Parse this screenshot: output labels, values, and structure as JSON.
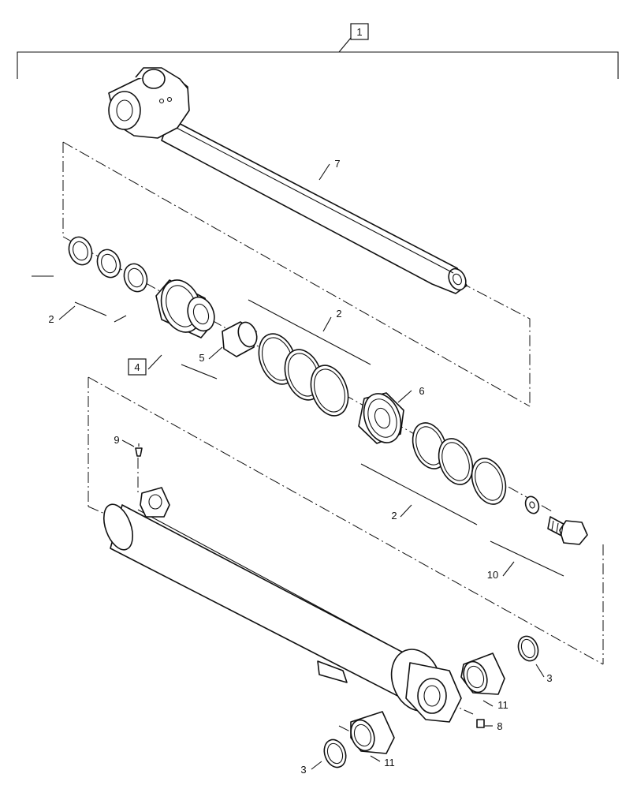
{
  "assembly_label": "1",
  "callouts": {
    "rod": "7",
    "seal_kit_rod": "2",
    "gland_kit": "4",
    "bushing_5": "5",
    "orings": "2",
    "piston": "6",
    "piston_seals": "2",
    "bolt_kit": "10",
    "fitting_9": "9",
    "fitting_8": "8",
    "snap_ring_upper": "3",
    "bushing_upper": "11",
    "bushing_lower": "11",
    "snap_ring_lower": "3"
  },
  "boxed_callouts": [
    "1",
    "4"
  ]
}
